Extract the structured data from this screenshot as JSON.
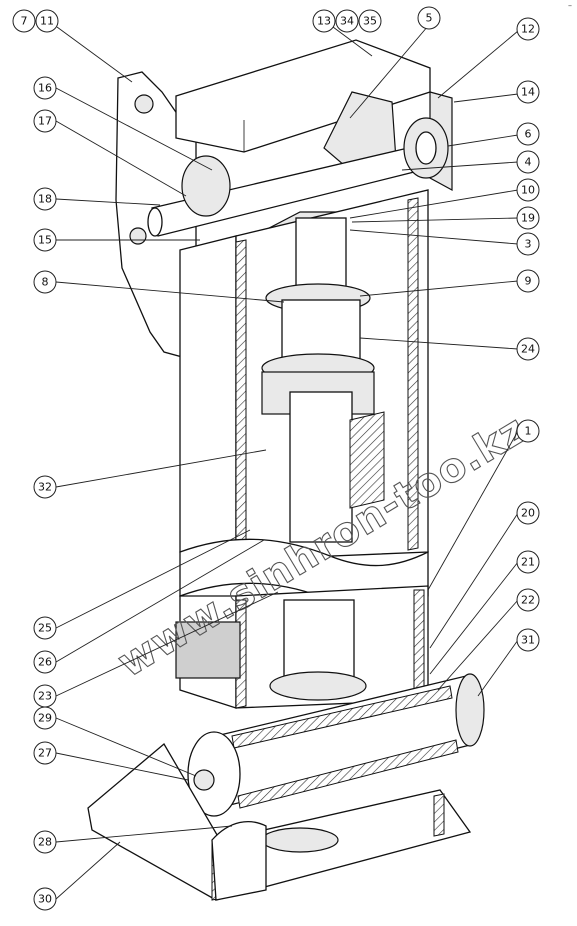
{
  "watermark": "www.sinhron-too.kz",
  "top_right_mark": "–",
  "callouts": [
    {
      "id": "c-7",
      "label": "7"
    },
    {
      "id": "c-11",
      "label": "11"
    },
    {
      "id": "c-13",
      "label": "13"
    },
    {
      "id": "c-34",
      "label": "34"
    },
    {
      "id": "c-35",
      "label": "35"
    },
    {
      "id": "c-5",
      "label": "5"
    },
    {
      "id": "c-12",
      "label": "12"
    },
    {
      "id": "c-14",
      "label": "14"
    },
    {
      "id": "c-16",
      "label": "16"
    },
    {
      "id": "c-6",
      "label": "6"
    },
    {
      "id": "c-17",
      "label": "17"
    },
    {
      "id": "c-4",
      "label": "4"
    },
    {
      "id": "c-18",
      "label": "18"
    },
    {
      "id": "c-10",
      "label": "10"
    },
    {
      "id": "c-19",
      "label": "19"
    },
    {
      "id": "c-15",
      "label": "15"
    },
    {
      "id": "c-3",
      "label": "3"
    },
    {
      "id": "c-8",
      "label": "8"
    },
    {
      "id": "c-9",
      "label": "9"
    },
    {
      "id": "c-24",
      "label": "24"
    },
    {
      "id": "c-1",
      "label": "1"
    },
    {
      "id": "c-32",
      "label": "32"
    },
    {
      "id": "c-20",
      "label": "20"
    },
    {
      "id": "c-21",
      "label": "21"
    },
    {
      "id": "c-22",
      "label": "22"
    },
    {
      "id": "c-25",
      "label": "25"
    },
    {
      "id": "c-26",
      "label": "26"
    },
    {
      "id": "c-31",
      "label": "31"
    },
    {
      "id": "c-23",
      "label": "23"
    },
    {
      "id": "c-29",
      "label": "29"
    },
    {
      "id": "c-27",
      "label": "27"
    },
    {
      "id": "c-28",
      "label": "28"
    },
    {
      "id": "c-30",
      "label": "30"
    }
  ]
}
